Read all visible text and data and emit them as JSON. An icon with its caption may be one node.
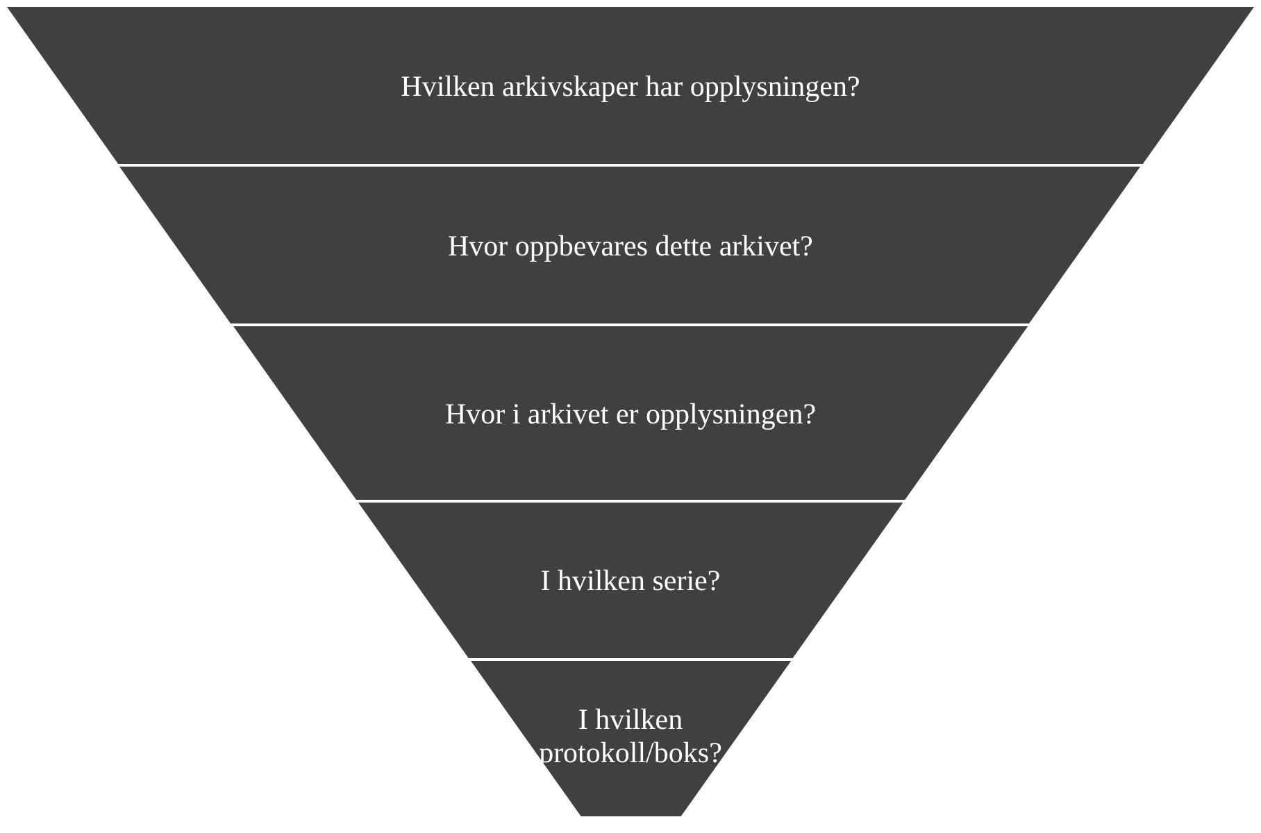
{
  "diagram": {
    "nodes": [
      {
        "text": [
          "Hvilken arkivskaper har opplysningen?"
        ]
      },
      {
        "text": [
          "Hvor oppbevares dette arkivet?"
        ]
      },
      {
        "text": [
          "Hvor i arkivet er opplysningen?"
        ]
      },
      {
        "text": [
          "I hvilken serie?"
        ]
      },
      {
        "text": [
          "I hvilken protokoll/boks?"
        ]
      }
    ]
  }
}
